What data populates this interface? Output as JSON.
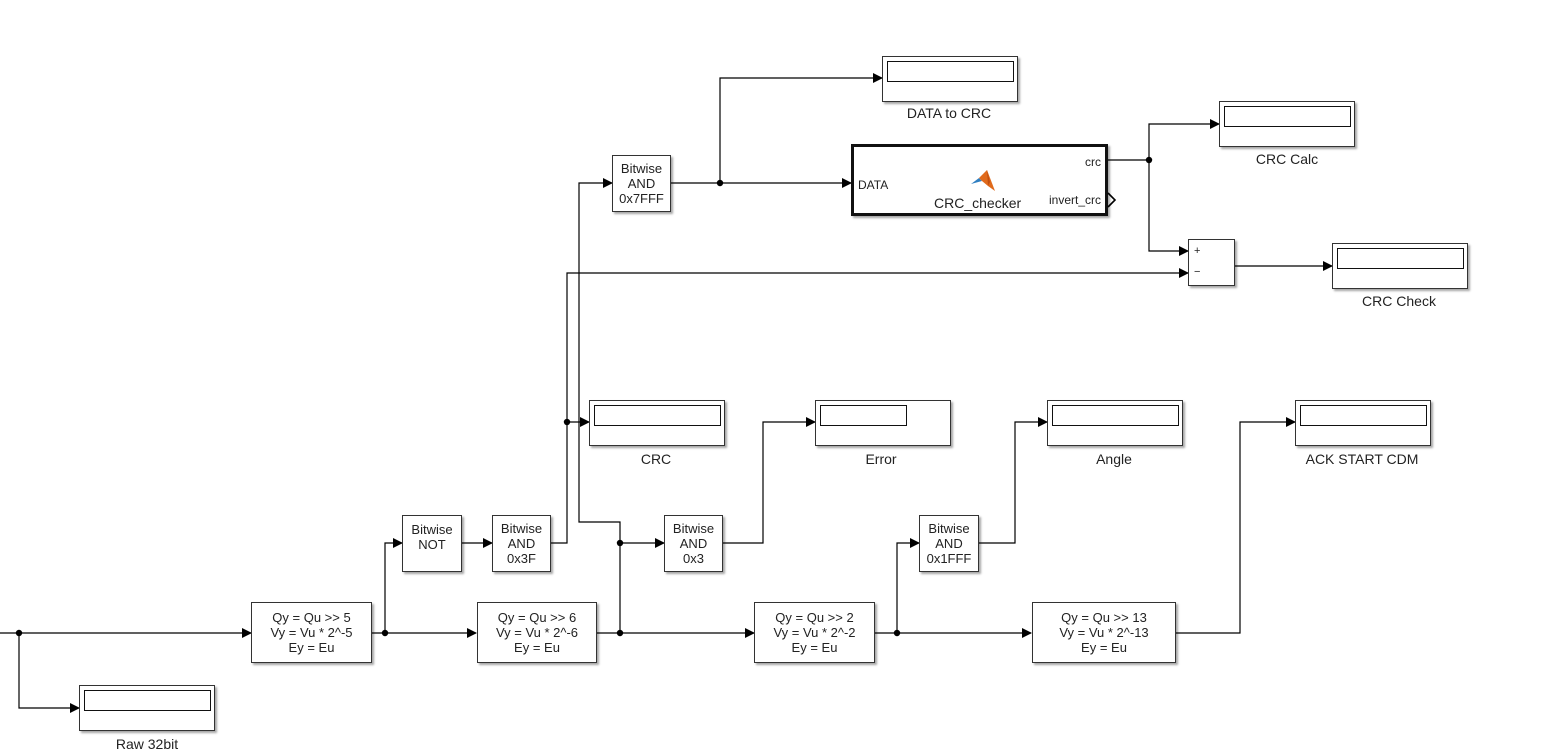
{
  "diagram": {
    "blocks": {
      "shift5": {
        "lines": [
          "Qy = Qu >> 5",
          "Vy = Vu * 2^-5",
          "Ey = Eu"
        ]
      },
      "shift6": {
        "lines": [
          "Qy = Qu >> 6",
          "Vy = Vu * 2^-6",
          "Ey = Eu"
        ]
      },
      "shift2": {
        "lines": [
          "Qy = Qu >> 2",
          "Vy = Vu * 2^-2",
          "Ey = Eu"
        ]
      },
      "shift13": {
        "lines": [
          "Qy = Qu >> 13",
          "Vy = Vu * 2^-13",
          "Ey = Eu"
        ]
      },
      "bitwise_not": {
        "lines": [
          "Bitwise",
          "NOT"
        ]
      },
      "and_3f": {
        "lines": [
          "Bitwise",
          "AND",
          "0x3F"
        ]
      },
      "and_3": {
        "lines": [
          "Bitwise",
          "AND",
          "0x3"
        ]
      },
      "and_1fff": {
        "lines": [
          "Bitwise",
          "AND",
          "0x1FFF"
        ]
      },
      "and_7fff": {
        "lines": [
          "Bitwise",
          "AND",
          "0x7FFF"
        ]
      },
      "crc_checker": {
        "name": "CRC_checker",
        "input_port": "DATA",
        "output_ports": [
          "crc",
          "invert_crc"
        ],
        "icon": "matlab-function-icon"
      },
      "sum": {
        "signs": [
          "+",
          "−"
        ]
      }
    },
    "displays": {
      "raw32": {
        "label": "Raw 32bit",
        "value": ""
      },
      "crc": {
        "label": "CRC",
        "value": ""
      },
      "error": {
        "label": "Error",
        "value": ""
      },
      "angle": {
        "label": "Angle",
        "value": ""
      },
      "ack": {
        "label": "ACK START CDM",
        "value": ""
      },
      "data_to_crc": {
        "label": "DATA to CRC",
        "value": ""
      },
      "crc_calc": {
        "label": "CRC Calc",
        "value": ""
      },
      "crc_check": {
        "label": "CRC Check",
        "value": ""
      }
    },
    "colors": {
      "line": "#000000",
      "block_border": "#333333",
      "matlab_blue": "#2f7fc1",
      "matlab_orange": "#e06a1b"
    }
  }
}
